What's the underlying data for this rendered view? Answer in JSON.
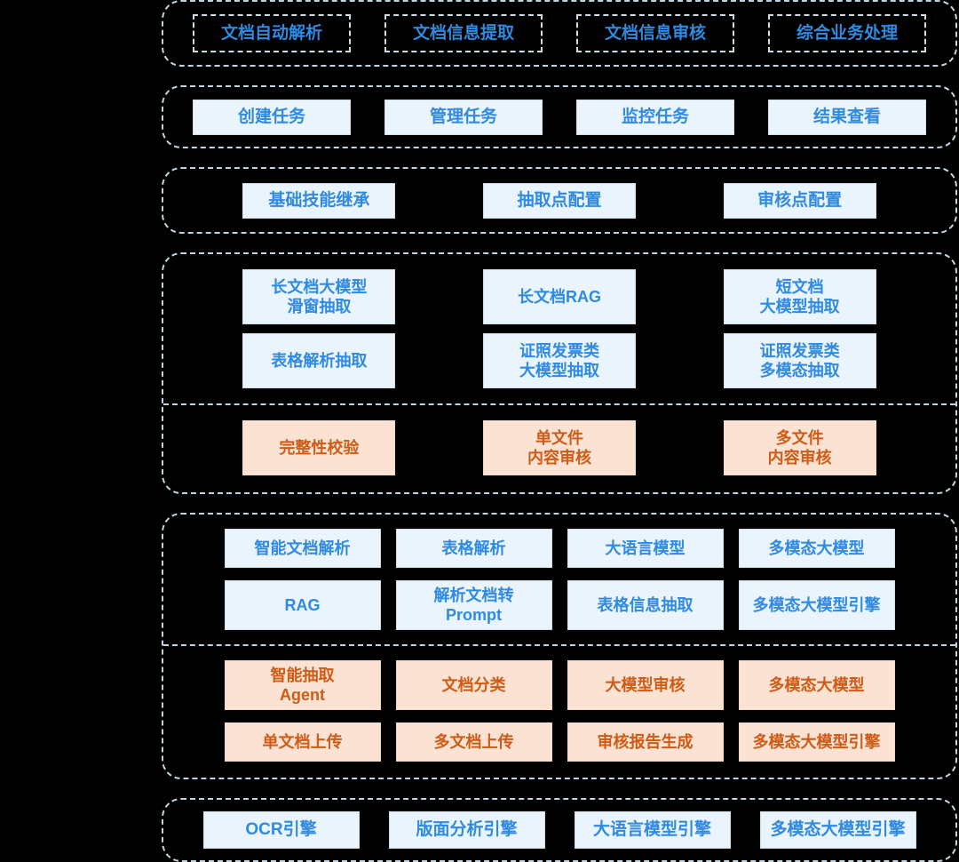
{
  "theme": {
    "background": "#000000",
    "container_border": "#c0d5df",
    "blue_fill": "#e9f4fc",
    "blue_text": "#2f8ae0",
    "orange_fill": "#fbe2d2",
    "orange_text": "#cd5c17"
  },
  "groups": [
    {
      "id": "business-scenarios",
      "style": "outline",
      "rows": [
        {
          "cells": [
            {
              "label": "文档自动解析",
              "style": "outline"
            },
            {
              "label": "文档信息提取",
              "style": "outline"
            },
            {
              "label": "文档信息审核",
              "style": "outline"
            },
            {
              "label": "综合业务处理",
              "style": "outline"
            }
          ]
        }
      ]
    },
    {
      "id": "task-operations",
      "rows": [
        {
          "cells": [
            {
              "label": "创建任务",
              "style": "blue"
            },
            {
              "label": "管理任务",
              "style": "blue"
            },
            {
              "label": "监控任务",
              "style": "blue"
            },
            {
              "label": "结果查看",
              "style": "blue"
            }
          ]
        }
      ]
    },
    {
      "id": "configuration",
      "rows": [
        {
          "cells": [
            {
              "label": "基础技能继承",
              "style": "blue"
            },
            {
              "label": "抽取点配置",
              "style": "blue"
            },
            {
              "label": "审核点配置",
              "style": "blue"
            }
          ]
        }
      ]
    },
    {
      "id": "extraction-and-audit",
      "bands": [
        {
          "id": "extraction-band",
          "rows": [
            {
              "cells": [
                {
                  "label": "长文档大模型\n滑窗抽取",
                  "style": "blue"
                },
                {
                  "label": "长文档RAG",
                  "style": "blue"
                },
                {
                  "label": "短文档\n大模型抽取",
                  "style": "blue"
                }
              ]
            },
            {
              "cells": [
                {
                  "label": "表格解析抽取",
                  "style": "blue"
                },
                {
                  "label": "证照发票类\n大模型抽取",
                  "style": "blue"
                },
                {
                  "label": "证照发票类\n多模态抽取",
                  "style": "blue"
                }
              ]
            }
          ]
        },
        {
          "id": "audit-band",
          "rows": [
            {
              "cells": [
                {
                  "label": "完整性校验",
                  "style": "orange"
                },
                {
                  "label": "单文件\n内容审核",
                  "style": "orange"
                },
                {
                  "label": "多文件\n内容审核",
                  "style": "orange"
                }
              ]
            }
          ]
        }
      ]
    },
    {
      "id": "capability-atoms",
      "bands": [
        {
          "id": "capability-band",
          "rows": [
            {
              "cells": [
                {
                  "label": "智能文档解析",
                  "style": "blue"
                },
                {
                  "label": "表格解析",
                  "style": "blue"
                },
                {
                  "label": "大语言模型",
                  "style": "blue"
                },
                {
                  "label": "多模态大模型",
                  "style": "blue"
                }
              ]
            },
            {
              "tall": true,
              "cells": [
                {
                  "label": "RAG",
                  "style": "blue"
                },
                {
                  "label": "解析文档转\nPrompt",
                  "style": "blue"
                },
                {
                  "label": "表格信息抽取",
                  "style": "blue"
                },
                {
                  "label": "多模态大模型引擎",
                  "style": "blue"
                }
              ]
            }
          ]
        },
        {
          "id": "agent-band",
          "rows": [
            {
              "tall": true,
              "cells": [
                {
                  "label": "智能抽取\nAgent",
                  "style": "orange"
                },
                {
                  "label": "文档分类",
                  "style": "orange"
                },
                {
                  "label": "大模型审核",
                  "style": "orange"
                },
                {
                  "label": "多模态大模型",
                  "style": "orange"
                }
              ]
            },
            {
              "cells": [
                {
                  "label": "单文档上传",
                  "style": "orange"
                },
                {
                  "label": "多文档上传",
                  "style": "orange"
                },
                {
                  "label": "审核报告生成",
                  "style": "orange"
                },
                {
                  "label": "多模态大模型引擎",
                  "style": "orange"
                }
              ]
            }
          ]
        }
      ]
    },
    {
      "id": "engines",
      "rows": [
        {
          "cells": [
            {
              "label": "OCR引擎",
              "style": "blue"
            },
            {
              "label": "版面分析引擎",
              "style": "blue"
            },
            {
              "label": "大语言模型引擎",
              "style": "blue"
            },
            {
              "label": "多模态大模型引擎",
              "style": "blue"
            }
          ]
        }
      ]
    }
  ]
}
